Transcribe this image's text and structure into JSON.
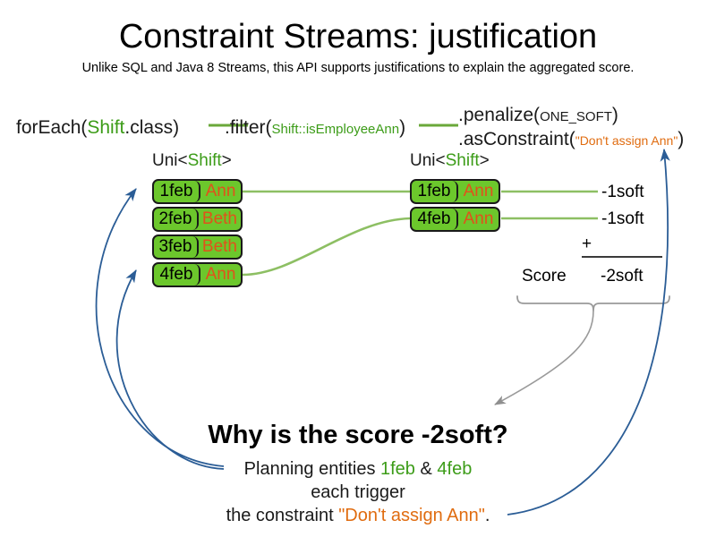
{
  "slide": {
    "title": "Constraint Streams: justification",
    "subtitle": "Unlike SQL and Java 8 Streams, this API supports justifications to explain the aggregated score."
  },
  "colors": {
    "accent_green": "#3c9c18",
    "box_fill": "#6cc72c",
    "box_border": "#1a1a1a",
    "name_orange": "#e0521b",
    "string_orange": "#e06c10",
    "arrow_blue": "#2b5d96",
    "brace_gray": "#9a9a9a",
    "line_green": "#8dbf63"
  },
  "pipeline": {
    "foreach": {
      "call": "forEach(",
      "type": "Shift",
      "suffix": ".class)"
    },
    "filter": {
      "call": ".filter(",
      "ref": "Shift::isEmployeeAnn",
      "suffix": ")"
    },
    "penalize": {
      "call": ".penalize(",
      "arg": "ONE_SOFT",
      "suffix": ")"
    },
    "as_constraint": {
      "call": ".asConstraint(",
      "arg": "\"Don't assign Ann\"",
      "suffix": ")"
    }
  },
  "streams": {
    "left": {
      "header_prefix": "Uni<",
      "header_type": "Shift",
      "header_suffix": ">",
      "rows": [
        {
          "date": "1feb",
          "name": "Ann"
        },
        {
          "date": "2feb",
          "name": "Beth"
        },
        {
          "date": "3feb",
          "name": "Beth"
        },
        {
          "date": "4feb",
          "name": "Ann"
        }
      ]
    },
    "right": {
      "header_prefix": "Uni<",
      "header_type": "Shift",
      "header_suffix": ">",
      "rows": [
        {
          "date": "1feb",
          "name": "Ann",
          "impact": "-1soft"
        },
        {
          "date": "4feb",
          "name": "Ann",
          "impact": "-1soft"
        }
      ]
    }
  },
  "score": {
    "operator": "+",
    "label": "Score",
    "total": "-2soft"
  },
  "explanation": {
    "heading": "Why is the score -2soft?",
    "line1_prefix": "Planning entities ",
    "line1_entity_a": "1feb",
    "line1_amp": " & ",
    "line1_entity_b": "4feb",
    "line2": "each trigger",
    "line3_prefix": "the constraint ",
    "line3_constraint": "\"Don't assign Ann\"",
    "line3_suffix": "."
  }
}
